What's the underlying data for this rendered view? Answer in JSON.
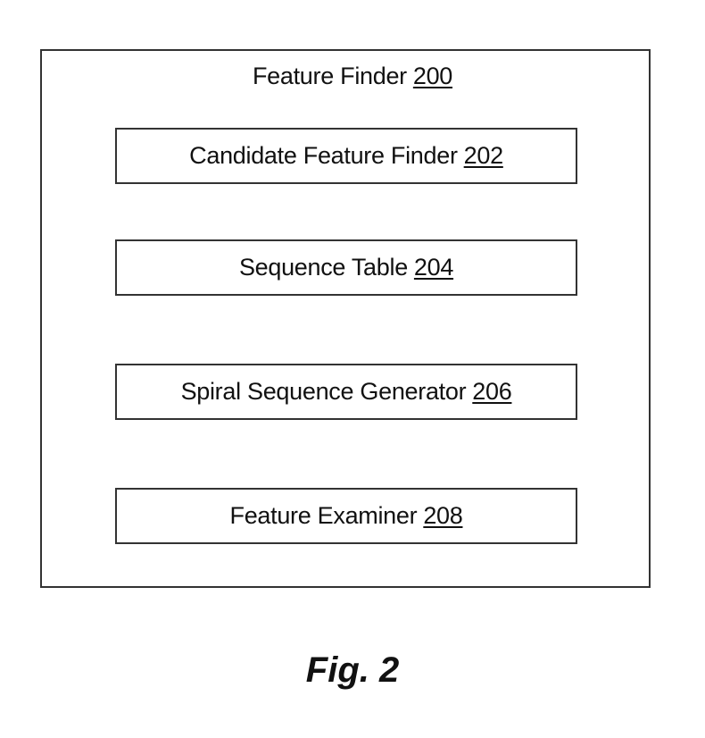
{
  "outer": {
    "label": "Feature Finder",
    "ref": "200"
  },
  "components": [
    {
      "label": "Candidate Feature Finder",
      "ref": "202"
    },
    {
      "label": "Sequence Table",
      "ref": "204"
    },
    {
      "label": "Spiral Sequence Generator",
      "ref": "206"
    },
    {
      "label": "Feature Examiner",
      "ref": "208"
    }
  ],
  "figure": {
    "caption": "Fig. 2"
  }
}
